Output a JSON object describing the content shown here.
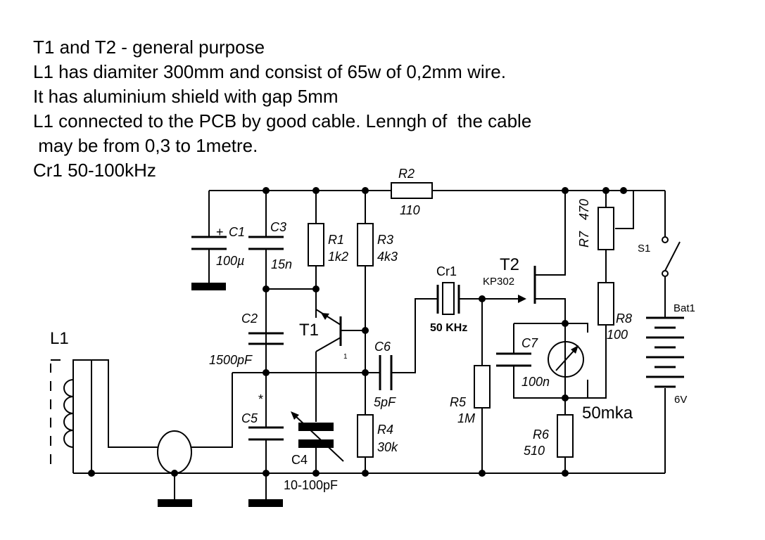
{
  "notes": [
    "T1 and T2 - general purpose",
    "L1 has diamiter 300mm and consist of 65w of 0,2mm wire.",
    "It has aluminium shield with gap 5mm",
    "L1 connected to the PCB by good cable. Lenngh of  the cable",
    " may be from 0,3 to 1metre.",
    "Cr1 50-100kHz"
  ],
  "components": {
    "c1": {
      "ref": "C1",
      "value": "100µ",
      "plus": "+"
    },
    "c3": {
      "ref": "C3",
      "value": "15n"
    },
    "c2": {
      "ref": "C2",
      "value": "1500pF"
    },
    "c5": {
      "ref": "C5",
      "star": "*"
    },
    "c4": {
      "ref": "C4",
      "value": "10-100pF"
    },
    "r1": {
      "ref": "R1",
      "value": "1k2"
    },
    "r3": {
      "ref": "R3",
      "value": "4k3"
    },
    "r2": {
      "ref": "R2",
      "value": "110"
    },
    "r4": {
      "ref": "R4",
      "value": "30k"
    },
    "r5": {
      "ref": "R5",
      "value": "1M"
    },
    "r6": {
      "ref": "R6",
      "value": "510"
    },
    "r7": {
      "ref": "R7",
      "value": "470"
    },
    "r8": {
      "ref": "R8",
      "value": "100"
    },
    "c6": {
      "ref": "C6",
      "value": "5pF"
    },
    "c7": {
      "ref": "C7",
      "value": "100n"
    },
    "cr1": {
      "ref": "Cr1",
      "value": "50 KHz"
    },
    "t1": {
      "ref": "T1",
      "pin": "1"
    },
    "t2": {
      "ref": "T2",
      "model": "KP302"
    },
    "l1": {
      "ref": "L1"
    },
    "s1": {
      "ref": "S1"
    },
    "bat1": {
      "ref": "Bat1",
      "value": "6V"
    },
    "meter": {
      "value": "50mka"
    }
  }
}
